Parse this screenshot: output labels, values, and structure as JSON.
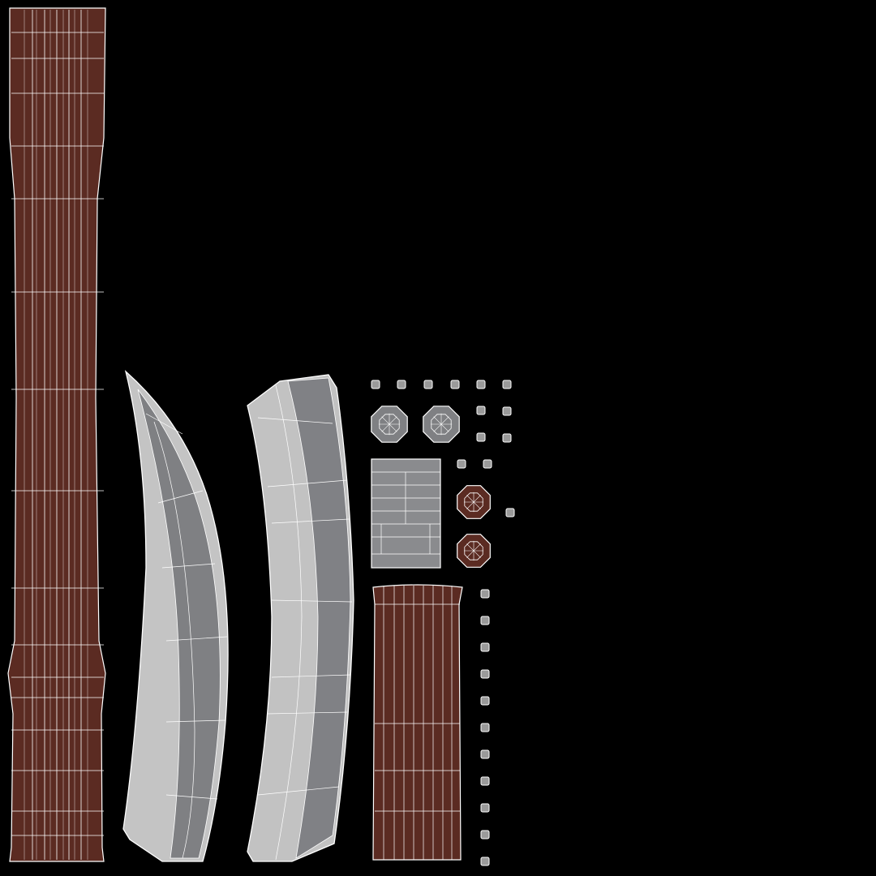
{
  "colors": {
    "background": "#000000",
    "wood": "#5b2b22",
    "wood_dark": "#4a2119",
    "metal_light": "#bdbdbd",
    "metal_dark": "#7f8083",
    "wire": "#ffffff"
  },
  "uv_islands": {
    "small_squares_top_row": 6,
    "small_squares_right_column": 11,
    "octagons_gray": 2,
    "octagons_wood": 2
  }
}
